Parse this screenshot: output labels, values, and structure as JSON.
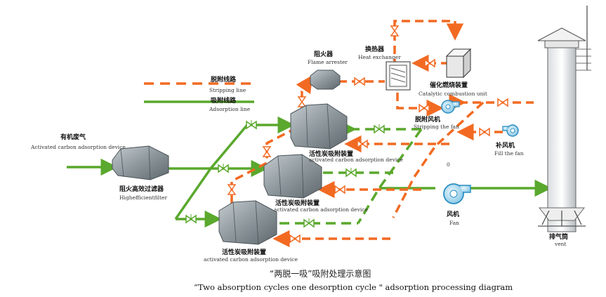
{
  "colors": {
    "stripping": "#f26a22",
    "adsorption": "#5aa82d",
    "equipment_fill": "#9aa3a8",
    "equipment_dark": "#6f787d",
    "fan_blue": "#2a8ec2"
  },
  "legend": {
    "stripping_cn": "脱附线路",
    "stripping_en": "Stripping line",
    "adsorption_cn": "吸附线路",
    "adsorption_en": "Adsorption line"
  },
  "labels": {
    "inlet_cn": "有机废气",
    "inlet_en": "Activated carbon adsorption device",
    "filter_cn": "阻火高效过滤器",
    "filter_en": "Highefficientfilter",
    "flame_cn": "阻火器",
    "flame_en": "Flame arrester",
    "hx_cn": "换热器",
    "hx_en": "Heat exchanger",
    "rco_cn": "催化燃烧装置",
    "rco_en": "Catalytic combustion unit",
    "strip_fan_cn": "脱附风机",
    "strip_fan_en": "Stripping the fan",
    "fill_fan_cn": "补风机",
    "fill_fan_en": "Fill the fan",
    "fan_cn": "风机",
    "fan_en": "Fan",
    "adsorber1_cn": "活性炭吸附装置",
    "adsorber1_en": "activated carbon adsorption device",
    "adsorber2_cn": "活性炭吸附装置",
    "adsorber2_en": "activated carbon adsorption device",
    "adsorber3_cn": "活性炭吸附装置",
    "adsorber3_en": "activated carbon adsorption device",
    "stack_cn": "排气筒",
    "stack_en": "vent",
    "stray_mark": "0"
  },
  "caption": {
    "cn": "“两脱一吸”吸附处理示意图",
    "en": "“Two absorption cycles one desorption cycle \" adsorption processing diagram"
  },
  "icons": {
    "valve": "butterfly-valve-icon",
    "fan": "centrifugal-fan-icon",
    "adsorber": "carbon-adsorber-icon"
  }
}
